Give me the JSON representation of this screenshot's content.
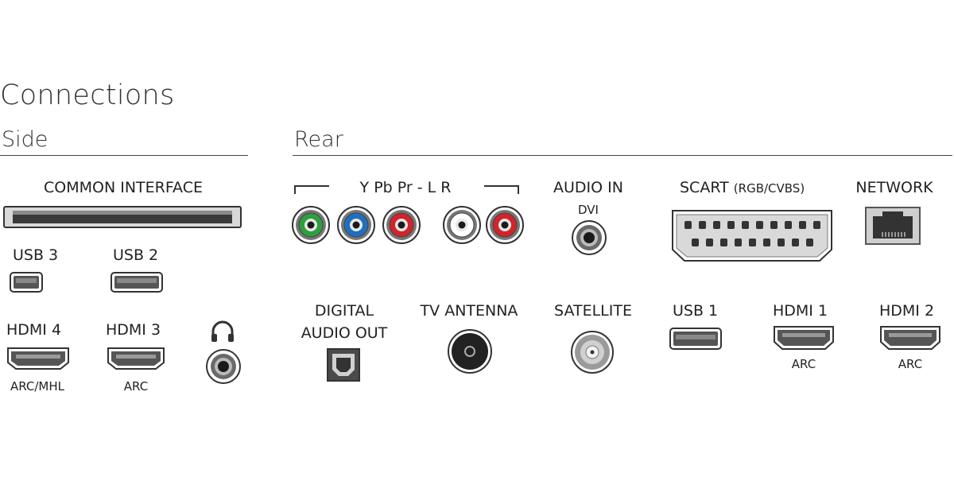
{
  "title": "Connections",
  "sections": {
    "side": "Side",
    "rear": "Rear"
  },
  "side": {
    "common_interface": "COMMON INTERFACE",
    "usb3": "USB 3",
    "usb2": "USB 2",
    "hdmi4": "HDMI 4",
    "hdmi4_sub": "ARC/MHL",
    "hdmi3": "HDMI 3",
    "hdmi3_sub": "ARC"
  },
  "rear": {
    "component": "Y Pb Pr - L R",
    "audio_in": "AUDIO IN",
    "audio_in_sub": "DVI",
    "scart": "SCART",
    "scart_sub": "(RGB/CVBS)",
    "network": "NETWORK",
    "digital_audio_out_1": "DIGITAL",
    "digital_audio_out_2": "AUDIO OUT",
    "tv_antenna": "TV ANTENNA",
    "satellite": "SATELLITE",
    "usb1": "USB 1",
    "hdmi1": "HDMI 1",
    "hdmi1_sub": "ARC",
    "hdmi2": "HDMI 2",
    "hdmi2_sub": "ARC"
  },
  "colors": {
    "green": "#2e9e3e",
    "blue": "#1f6fc0",
    "red": "#d1242b",
    "white": "#ffffff",
    "port_gray": "#555555",
    "port_dark": "#222222"
  }
}
